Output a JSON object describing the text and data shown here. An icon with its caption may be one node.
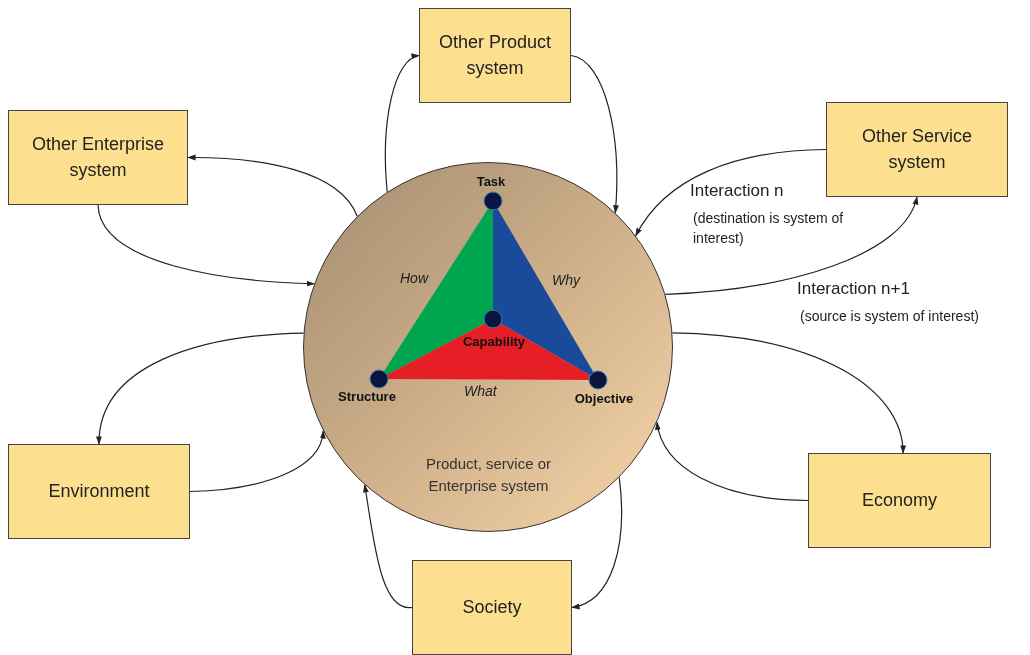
{
  "diagram": {
    "nodes": [
      {
        "text": [
          "Product, service or Enterprise system"
        ]
      },
      {
        "text": [
          "Task"
        ],
        "in": 0
      },
      {
        "text": [
          "Capability"
        ],
        "in": 0
      },
      {
        "text": [
          "Structure"
        ],
        "in": 0
      },
      {
        "text": [
          "Objective"
        ],
        "in": 0
      },
      {
        "text": [
          "Other Product system"
        ]
      },
      {
        "text": [
          "Other Enterprise system"
        ]
      },
      {
        "text": [
          "Other Service system"
        ]
      },
      {
        "text": [
          "Environment"
        ]
      },
      {
        "text": [
          "Economy"
        ]
      },
      {
        "text": [
          "Society"
        ]
      }
    ],
    "edges": [
      {
        "from": 0,
        "to": 5,
        "arrow": "to"
      },
      {
        "from": 5,
        "to": 0,
        "arrow": "to"
      },
      {
        "from": 0,
        "to": 6,
        "arrow": "to"
      },
      {
        "from": 6,
        "to": 0,
        "arrow": "to"
      },
      {
        "from": 7,
        "to": 0,
        "arrow": "to",
        "label": "Interaction n"
      },
      {
        "from": 0,
        "to": 7,
        "arrow": "to",
        "label": "Interaction n+1"
      },
      {
        "from": 0,
        "to": 8,
        "arrow": "to"
      },
      {
        "from": 8,
        "to": 0,
        "arrow": "to"
      },
      {
        "from": 0,
        "to": 9,
        "arrow": "to"
      },
      {
        "from": 9,
        "to": 0,
        "arrow": "to"
      },
      {
        "from": 10,
        "to": 0,
        "arrow": "to"
      },
      {
        "from": 0,
        "to": 10,
        "arrow": "to"
      }
    ],
    "labels": [
      "How",
      "Why",
      "What",
      "(destination is system of interest)",
      "(source is system of interest)"
    ]
  }
}
